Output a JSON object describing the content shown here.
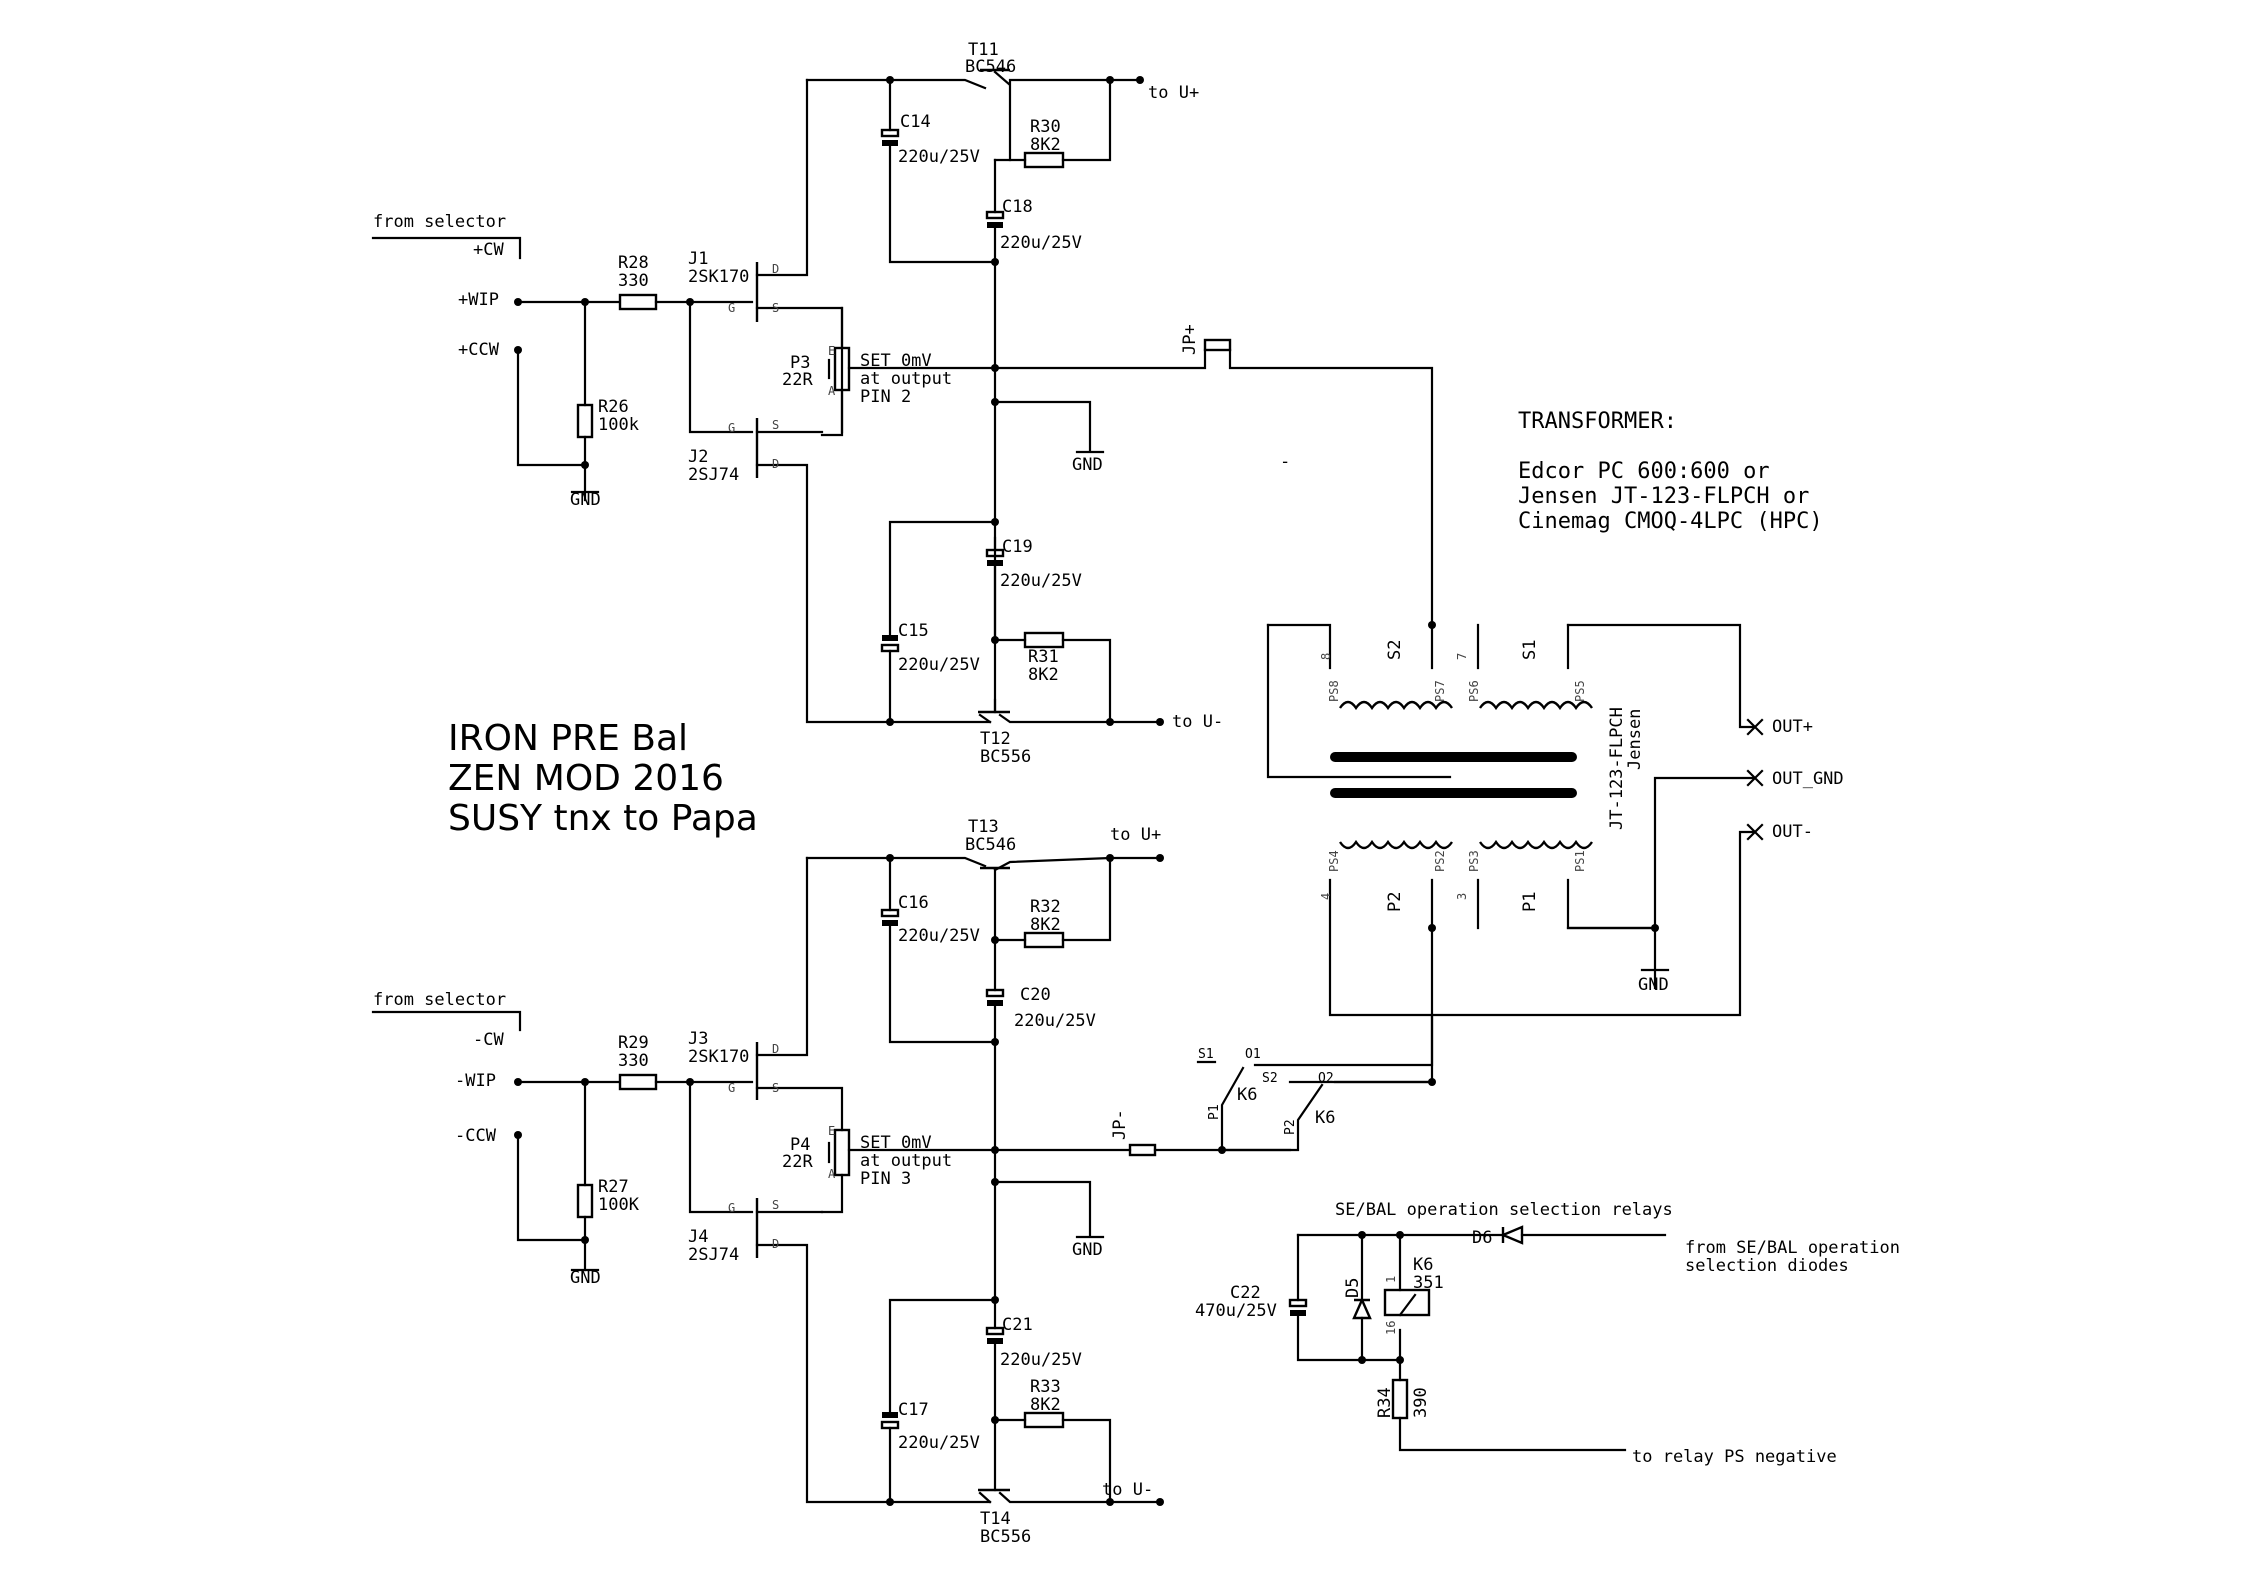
{
  "title": {
    "lines": [
      "IRON PRE Bal",
      "ZEN MOD 2016",
      "SUSY tnx to Papa"
    ]
  },
  "transformer_note": {
    "heading": "TRANSFORMER:",
    "lines": [
      "Edcor PC 600:600 or",
      "Jensen JT-123-FLPCH or",
      "Cinemag CMOQ-4LPC (HPC)"
    ]
  },
  "top": {
    "from_selector": "from selector",
    "cw": "+CW",
    "wip": "+WIP",
    "ccw": "+CCW",
    "R28": "R28",
    "R28v": "330",
    "R26": "R26",
    "R26v": "100k",
    "J1": "J1",
    "J1v": "2SK170",
    "J2": "J2",
    "J2v": "2SJ74",
    "P3": "P3",
    "P3v": "22R",
    "set": "SET 0mV",
    "at_output": "at output",
    "pin": "PIN 2",
    "T11": "T11",
    "T11v": "BC546",
    "T12": "T12",
    "T12v": "BC556",
    "C14": "C14",
    "C14v": "220u/25V",
    "C18": "C18",
    "C18v": "220u/25V",
    "C19": "C19",
    "C19v": "220u/25V",
    "C15": "C15",
    "C15v": "220u/25V",
    "R30": "R30",
    "R30v": "8K2",
    "R31": "R31",
    "R31v": "8K2",
    "to_up": "to U+",
    "to_um": "to U-",
    "jp": "JP+",
    "gnd": "GND"
  },
  "bottom": {
    "from_selector": "from selector",
    "cw": "-CW",
    "wip": "-WIP",
    "ccw": "-CCW",
    "R29": "R29",
    "R29v": "330",
    "R27": "R27",
    "R27v": "100K",
    "J3": "J3",
    "J3v": "2SK170",
    "J4": "J4",
    "J4v": "2SJ74",
    "P4": "P4",
    "P4v": "22R",
    "set": "SET 0mV",
    "at_output": "at output",
    "pin": "PIN 3",
    "T13": "T13",
    "T13v": "BC546",
    "T14": "T14",
    "T14v": "BC556",
    "C16": "C16",
    "C16v": "220u/25V",
    "C20": "C20",
    "C20v": "220u/25V",
    "C21": "C21",
    "C21v": "220u/25V",
    "C17": "C17",
    "C17v": "220u/25V",
    "R32": "R32",
    "R32v": "8K2",
    "R33": "R33",
    "R33v": "8K2",
    "to_up": "to U+",
    "to_um": "to U-",
    "jp": "JP-",
    "gnd": "GND"
  },
  "transformer": {
    "name": "JT-123-FLPCH",
    "maker": "Jensen",
    "S2": "S2",
    "S1": "S1",
    "P2": "P2",
    "P1": "P1",
    "pins_top": [
      "8",
      "7"
    ],
    "pins_bot": [
      "4",
      "3"
    ],
    "taps_top": [
      "PS8",
      "PS7",
      "PS6",
      "PS5"
    ],
    "taps_bot": [
      "PS4",
      "PS3",
      "PS2",
      "PS1"
    ],
    "out_plus": "OUT+",
    "out_gnd": "OUT_GND",
    "out_minus": "OUT-",
    "gnd": "GND"
  },
  "relay_switch": {
    "S1": "S1",
    "O1": "O1",
    "S2": "S2",
    "O2": "O2",
    "P1": "P1",
    "P2": "P2",
    "K6a": "K6",
    "K6b": "K6"
  },
  "relay_section": {
    "heading": "SE/BAL operation selection relays",
    "D6": "D6",
    "D5": "D5",
    "C22": "C22",
    "C22v": "470u/25V",
    "K6": "K6",
    "K6v": "351",
    "pin1": "1",
    "pin16": "16",
    "R34": "R34",
    "R34v": "390",
    "from_line1": "from SE/BAL operation",
    "from_line2": "selection diodes",
    "to_relay": "to relay PS negative"
  },
  "misc": {
    "dash": "-"
  }
}
